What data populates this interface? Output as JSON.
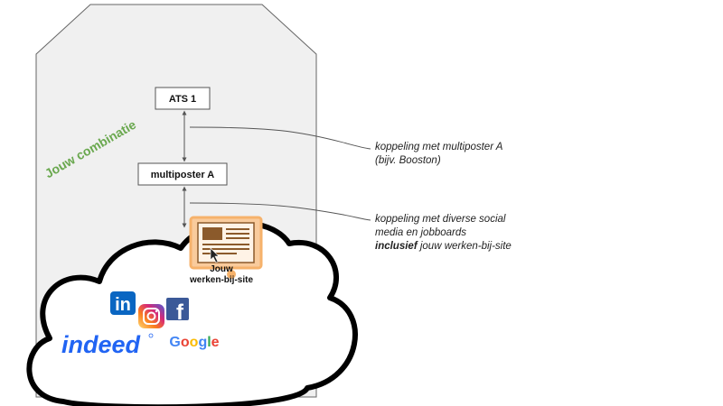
{
  "diagram": {
    "combination_label": "Jouw combinatie",
    "nodes": {
      "ats": "ATS 1",
      "multiposter": "multiposter A"
    },
    "site": {
      "line1": "Jouw",
      "line2": "werken-bij-site"
    },
    "annotations": {
      "multiposter_link": {
        "line1": "koppeling met multiposter A",
        "line2": "(bijv. Booston)"
      },
      "channels_link": {
        "line1": "koppeling met diverse social",
        "line2": "media en jobboards",
        "line3_bold": "inclusief",
        "line3_rest": " jouw werken-bij-site"
      }
    },
    "logos": {
      "linkedin": "in",
      "facebook": "f",
      "indeed": "indeed",
      "google": "Google"
    },
    "icons": [
      "linkedin-icon",
      "instagram-icon",
      "facebook-icon",
      "indeed-logo",
      "google-logo",
      "website-icon",
      "cursor-icon"
    ],
    "colors": {
      "container_fill": "#f0f0f0",
      "combination_label": "#6aa84f",
      "site_icon_fill": "#f9cb9c",
      "site_icon_accent": "#8b5a2b",
      "linkedin": "#0a66c2",
      "facebook": "#3b5998",
      "indeed": "#2164f3"
    }
  }
}
